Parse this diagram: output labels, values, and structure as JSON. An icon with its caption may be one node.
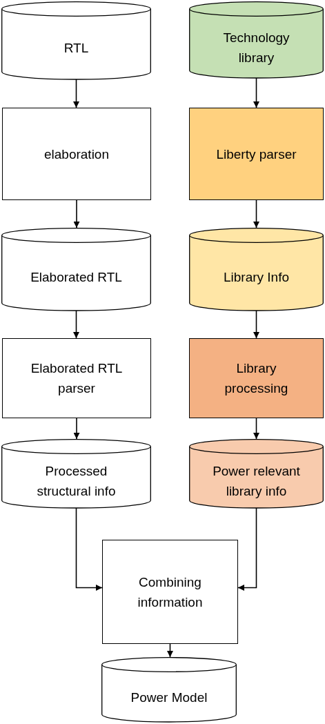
{
  "diagram": {
    "nodes": [
      {
        "text": [
          "RTL"
        ]
      },
      {
        "text": [
          "Technology library"
        ]
      },
      {
        "text": [
          "elaboration"
        ]
      },
      {
        "text": [
          "Liberty parser"
        ]
      },
      {
        "text": [
          "Elaborated RTL"
        ]
      },
      {
        "text": [
          "Library Info"
        ]
      },
      {
        "text": [
          "Elaborated RTL parser"
        ]
      },
      {
        "text": [
          "Library processing"
        ]
      },
      {
        "text": [
          "Processed structural info"
        ]
      },
      {
        "text": [
          "Power relevant library info"
        ]
      },
      {
        "text": [
          "Combining information"
        ]
      },
      {
        "text": [
          "Power Model"
        ]
      }
    ],
    "edges": [
      {
        "from": 0,
        "to": 2,
        "arrow": "to"
      },
      {
        "from": 2,
        "to": 4,
        "arrow": "to"
      },
      {
        "from": 4,
        "to": 6,
        "arrow": "to"
      },
      {
        "from": 6,
        "to": 8,
        "arrow": "to"
      },
      {
        "from": 8,
        "to": 10,
        "arrow": "to"
      },
      {
        "from": 1,
        "to": 3,
        "arrow": "to"
      },
      {
        "from": 3,
        "to": 5,
        "arrow": "to"
      },
      {
        "from": 5,
        "to": 7,
        "arrow": "to"
      },
      {
        "from": 7,
        "to": 9,
        "arrow": "to"
      },
      {
        "from": 9,
        "to": 10,
        "arrow": "to"
      },
      {
        "from": 10,
        "to": 11,
        "arrow": "to"
      }
    ]
  }
}
